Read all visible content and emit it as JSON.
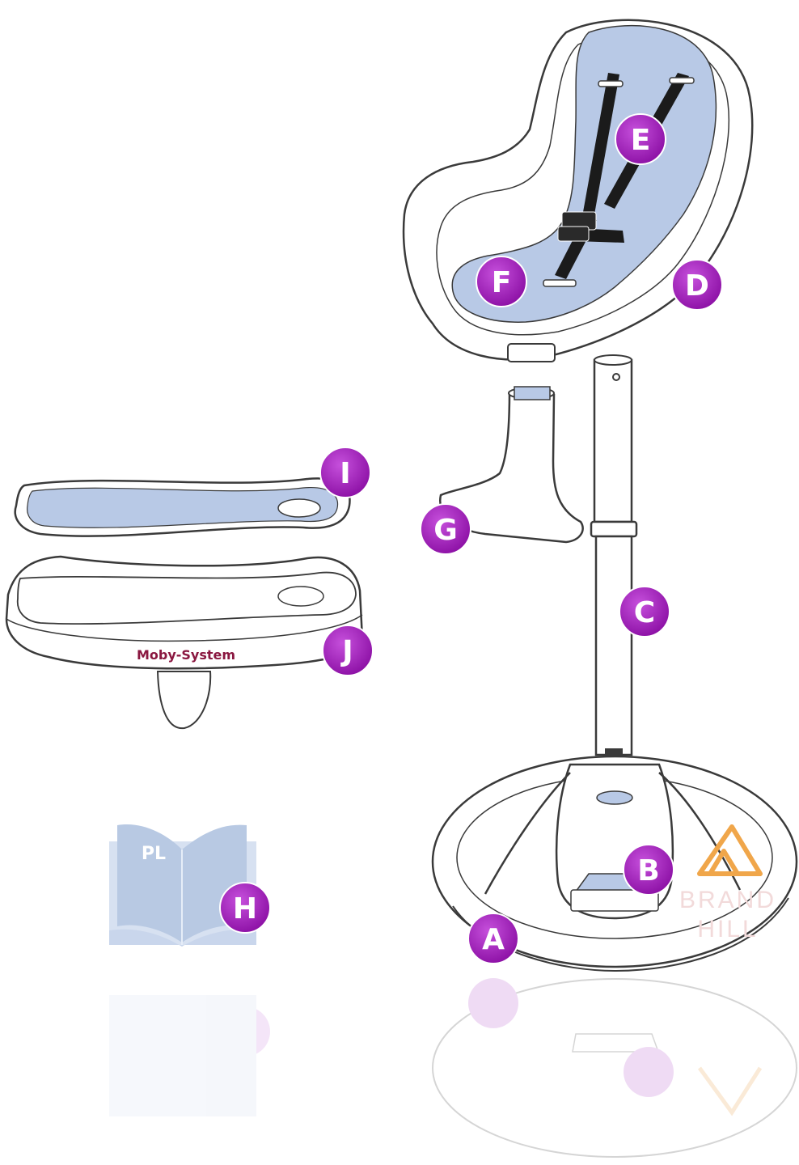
{
  "colors": {
    "label_fill": "#9b16b5",
    "cushion": "#b8c9e6",
    "outline": "#3a3a3a",
    "strap": "#1b1b1b",
    "manual": "#b8c9e3",
    "brand_logo": "#f0a64a"
  },
  "labels": {
    "A": "A",
    "B": "B",
    "C": "C",
    "D": "D",
    "E": "E",
    "F": "F",
    "G": "G",
    "H": "H",
    "I": "I",
    "J": "J"
  },
  "tray_brand": "Moby-System",
  "manual_lang": "PL",
  "watermark": {
    "line1": "BRAND",
    "line2": "HILL"
  }
}
